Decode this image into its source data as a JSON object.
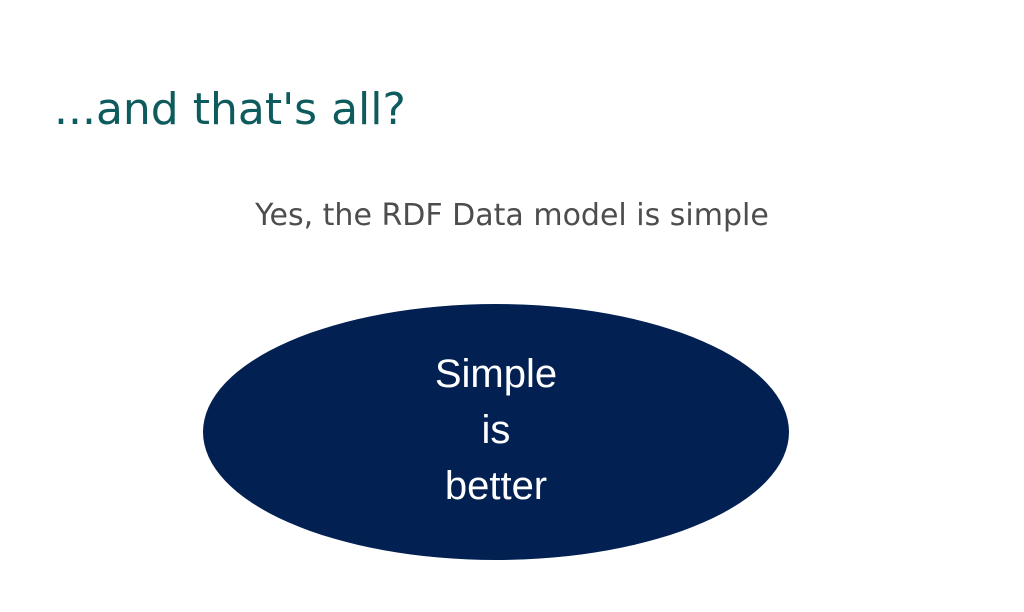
{
  "slide": {
    "title": "...and that's all?",
    "subtitle": "Yes, the RDF Data model is simple",
    "ellipse": {
      "lines": [
        "Simple",
        "is",
        "better"
      ],
      "fill_color": "#022052",
      "text_color": "#ffffff"
    }
  },
  "colors": {
    "title": "#0e5b5e",
    "subtitle": "#4d4d4d",
    "background": "#ffffff"
  }
}
